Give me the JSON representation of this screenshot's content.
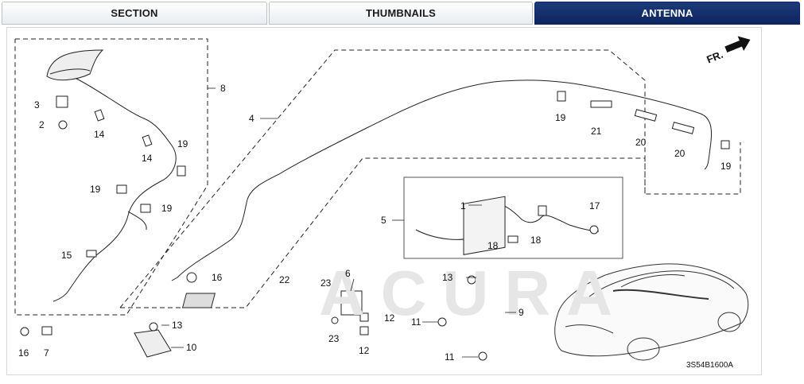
{
  "tabs": [
    {
      "label": "SECTION",
      "active": false
    },
    {
      "label": "THUMBNAILS",
      "active": false
    },
    {
      "label": "ANTENNA",
      "active": true
    }
  ],
  "diagram": {
    "direction_label": "FR.",
    "code": "3S54B1600A",
    "watermark": "ACURA",
    "callouts": {
      "c1": "1",
      "c2": "2",
      "c3": "3",
      "c4": "4",
      "c5": "5",
      "c6": "6",
      "c7": "7",
      "c8": "8",
      "c9": "9",
      "c10": "10",
      "c11a": "11",
      "c11b": "11",
      "c12a": "12",
      "c12b": "12",
      "c13a": "13",
      "c13b": "13",
      "c14a": "14",
      "c14b": "14",
      "c15": "15",
      "c16a": "16",
      "c16b": "16",
      "c17": "17",
      "c18a": "18",
      "c18b": "18",
      "c19a": "19",
      "c19b": "19",
      "c19c": "19",
      "c19d": "19",
      "c19e": "19",
      "c20a": "20",
      "c20b": "20",
      "c21": "21",
      "c22": "22",
      "c23a": "23",
      "c23b": "23"
    }
  },
  "colors": {
    "active_tab": "#0e2560",
    "line": "#222222"
  }
}
